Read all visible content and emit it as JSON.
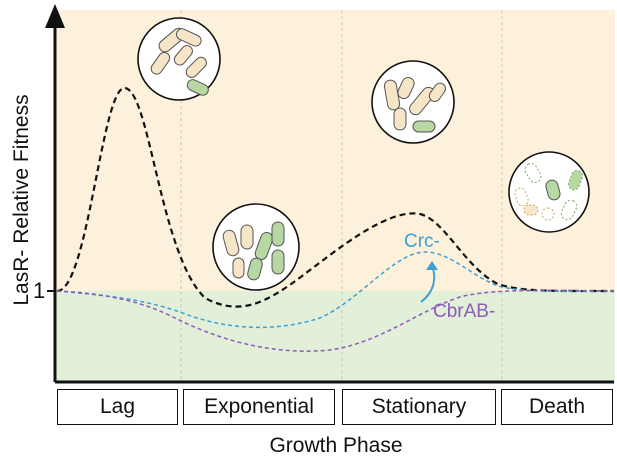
{
  "axes": {
    "y_label": "LasR- Relative Fitness",
    "x_label": "Growth Phase",
    "y_tick": "1"
  },
  "phases": [
    {
      "label": "Lag"
    },
    {
      "label": "Exponential"
    },
    {
      "label": "Stationary"
    },
    {
      "label": "Death"
    }
  ],
  "curves": [
    {
      "name": "LasR-",
      "label": "",
      "color": "#111111"
    },
    {
      "name": "Crc-",
      "label": "Crc-",
      "color": "#3d9fd3"
    },
    {
      "name": "CbrAB-",
      "label": "CbrAB-",
      "color": "#8e5bb8"
    }
  ],
  "colors": {
    "above_region": "#fdf1dc",
    "below_region": "#e2efd9",
    "cell_beige": "#f6e5c7",
    "cell_green": "#b8d8a3",
    "arrow": "#3d9fd3"
  }
}
